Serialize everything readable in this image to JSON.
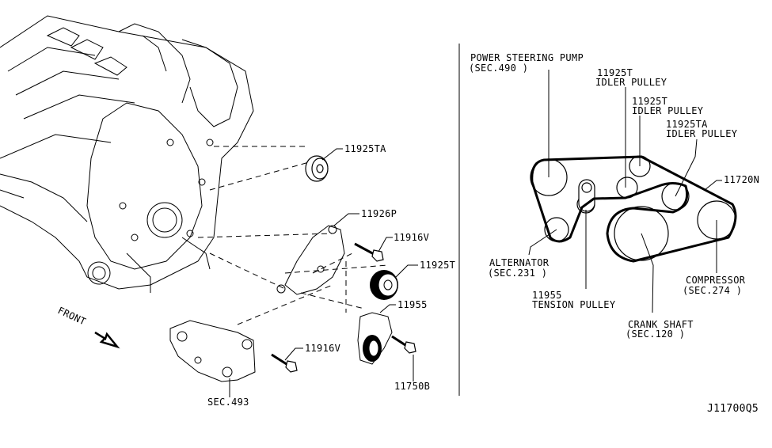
{
  "diagram": {
    "code": "J11700Q5",
    "front_label": "FRONT",
    "left_parts": {
      "p11925TA": "11925TA",
      "p11926P": "11926P",
      "p11916V_upper": "11916V",
      "p11925T": "11925T",
      "p11955": "11955",
      "p11916V_lower": "11916V",
      "p11750B": "11750B",
      "sec493": "SEC.493"
    },
    "right_belt": {
      "power_steering": {
        "name": "POWER STEERING PUMP",
        "sec": "(SEC.490 )"
      },
      "idler1": {
        "part": "11925T",
        "name": "IDLER PULLEY"
      },
      "idler2": {
        "part": "11925T",
        "name": "IDLER PULLEY"
      },
      "idler3": {
        "part": "11925TA",
        "name": "IDLER PULLEY"
      },
      "belt": "11720N",
      "alternator": {
        "name": "ALTERNATOR",
        "sec": "(SEC.231 )"
      },
      "tension": {
        "part": "11955",
        "name": "TENSION PULLEY"
      },
      "compressor": {
        "name": "COMPRESSOR",
        "sec": "(SEC.274 )"
      },
      "crank": {
        "name": "CRANK SHAFT",
        "sec": "(SEC.120 )"
      }
    }
  }
}
